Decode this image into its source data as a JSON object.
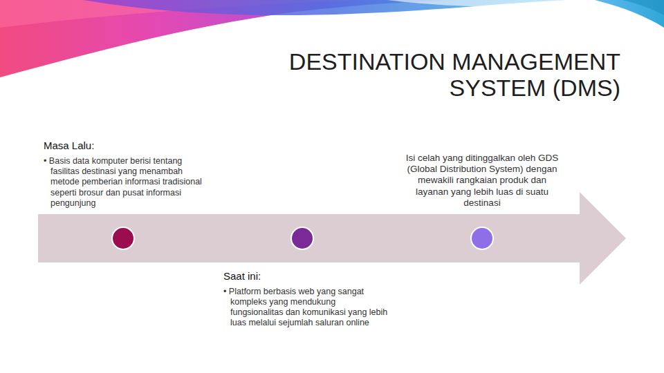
{
  "diagram": {
    "title": "DESTINATION MANAGEMENT SYSTEM (DMS)",
    "nodes": [
      {
        "text": [
          "Masa Lalu:",
          "• Basis data komputer berisi tentang fasilitas destinasi yang menambah metode pemberian informasi tradisional seperti brosur dan pusat informasi pengunjung"
        ]
      },
      {
        "text": [
          "Isi celah yang ditinggalkan oleh GDS (Global Distribution System) dengan mewakili rangkaian produk dan layanan yang lebih luas di suatu destinasi"
        ]
      },
      {
        "text": [
          "Saat ini:",
          "• Platform berbasis web yang sangat kompleks yang mendukung fungsionalitas dan komunikasi yang lebih luas melalui sejumlah saluran online"
        ]
      }
    ]
  }
}
